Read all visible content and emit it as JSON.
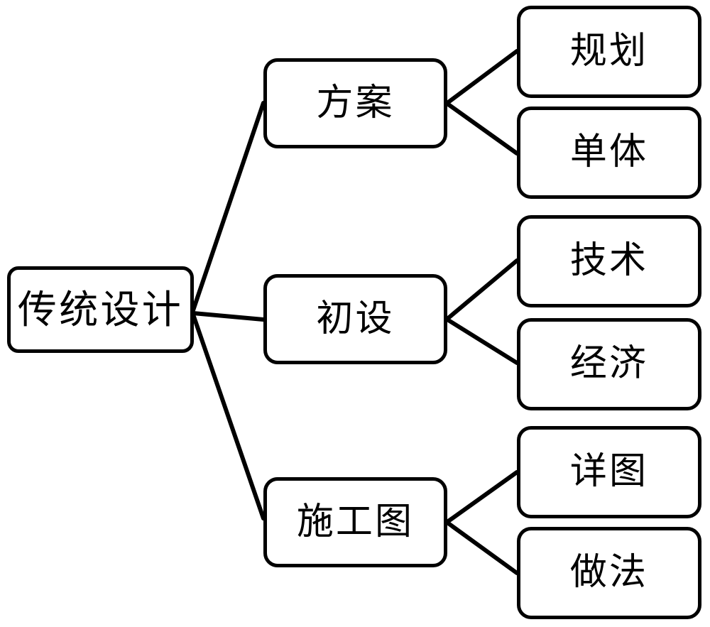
{
  "diagram": {
    "type": "tree",
    "orientation": "left-to-right",
    "title": "传统设计",
    "style": {
      "node_fill": "#ffffff",
      "node_stroke": "#000000",
      "edge_stroke": "#000000",
      "background": "#ffffff"
    },
    "root": {
      "id": "root",
      "label": "传统设计"
    },
    "branches": [
      {
        "id": "branch-fangan",
        "label": "方案",
        "children": [
          {
            "id": "leaf-guihua",
            "label": "规划"
          },
          {
            "id": "leaf-danti",
            "label": "单体"
          }
        ]
      },
      {
        "id": "branch-chushe",
        "label": "初设",
        "children": [
          {
            "id": "leaf-jishu",
            "label": "技术"
          },
          {
            "id": "leaf-jingji",
            "label": "经济"
          }
        ]
      },
      {
        "id": "branch-shigongtu",
        "label": "施工图",
        "children": [
          {
            "id": "leaf-xiangtu",
            "label": "详图"
          },
          {
            "id": "leaf-zuofa",
            "label": "做法"
          }
        ]
      }
    ],
    "edges": [
      {
        "id": "edge-root-fangan",
        "from": "root",
        "to": "branch-fangan"
      },
      {
        "id": "edge-root-chushe",
        "from": "root",
        "to": "branch-chushe"
      },
      {
        "id": "edge-root-shigongtu",
        "from": "root",
        "to": "branch-shigongtu"
      },
      {
        "id": "edge-fangan-guihua",
        "from": "branch-fangan",
        "to": "leaf-guihua"
      },
      {
        "id": "edge-fangan-danti",
        "from": "branch-fangan",
        "to": "leaf-danti"
      },
      {
        "id": "edge-chushe-jishu",
        "from": "branch-chushe",
        "to": "leaf-jishu"
      },
      {
        "id": "edge-chushe-jingji",
        "from": "branch-chushe",
        "to": "leaf-jingji"
      },
      {
        "id": "edge-shigongtu-xiangtu",
        "from": "branch-shigongtu",
        "to": "leaf-xiangtu"
      },
      {
        "id": "edge-shigongtu-zuofa",
        "from": "branch-shigongtu",
        "to": "leaf-zuofa"
      }
    ]
  }
}
